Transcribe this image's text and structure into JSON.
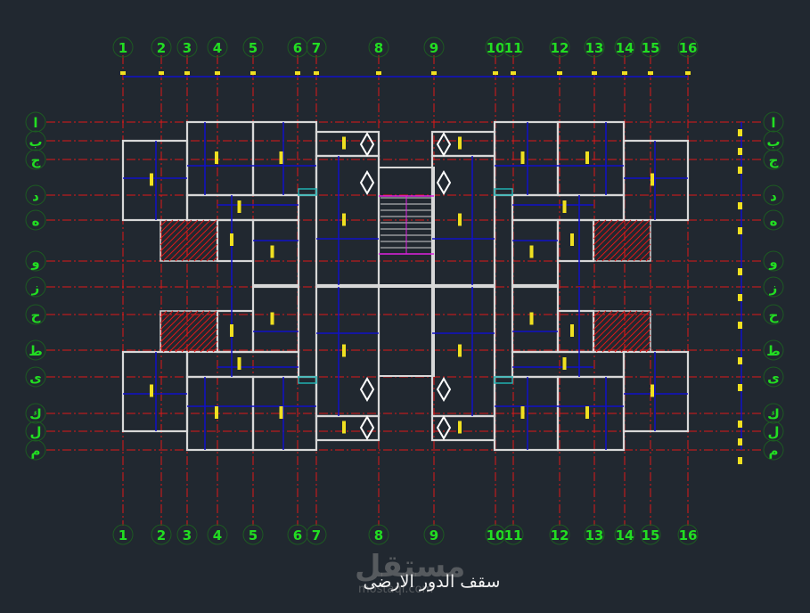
{
  "drawing": {
    "title": "سقف الدور الارضى",
    "watermark": {
      "logo": "مستقل",
      "site": "mostaql.com"
    }
  },
  "grid": {
    "columns": [
      "1",
      "2",
      "3",
      "4",
      "5",
      "6",
      "7",
      "8",
      "9",
      "10",
      "11",
      "12",
      "13",
      "14",
      "15",
      "16"
    ],
    "rows": [
      "ا",
      "ب",
      "ج",
      "د",
      "ه",
      "و",
      "ز",
      "ح",
      "ط",
      "ى",
      "ك",
      "ل",
      "م"
    ]
  },
  "colors": {
    "background": "#212830",
    "grid_line": "#e01818",
    "grid_label": "#22dd22",
    "wall": "#d8d8d8",
    "beam": "#1010c8",
    "annotation": "#f0e020",
    "hatch": "#e01818",
    "stair_edge": "#e020e0",
    "column": "#20b0b0"
  }
}
